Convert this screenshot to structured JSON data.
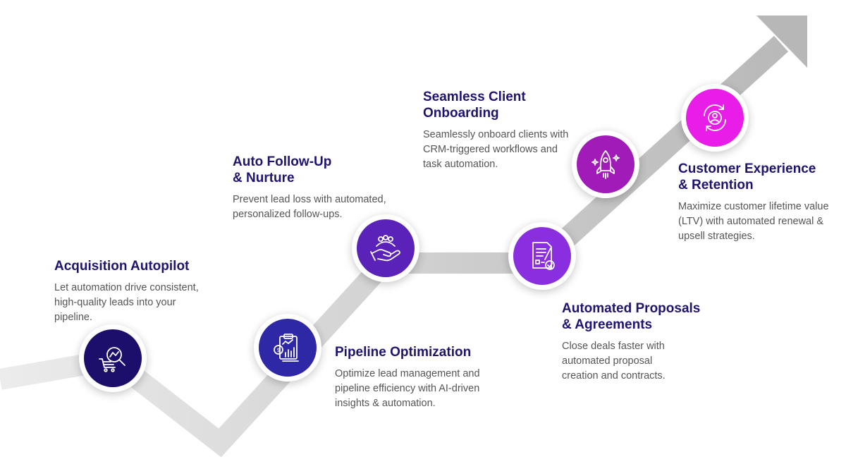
{
  "steps": [
    {
      "title": "Acquisition Autopilot",
      "description": "Let automation drive consistent,\nhigh-quality leads into your\npipeline.",
      "icon": "cart-analytics-icon",
      "color": "#1b0f6b"
    },
    {
      "title": "Pipeline Optimization",
      "description": "Optimize lead management and\npipeline efficiency with AI-driven\ninsights & automation.",
      "icon": "clipboard-chart-icon",
      "color": "#2e27a6"
    },
    {
      "title": "Auto Follow-Up\n& Nurture",
      "description": "Prevent lead loss with automated,\npersonalized follow-ups.",
      "icon": "hand-people-icon",
      "color": "#5a22b8"
    },
    {
      "title": "Automated Proposals\n& Agreements",
      "description": "Close deals faster with\nautomated proposal\ncreation and contracts.",
      "icon": "document-check-icon",
      "color": "#8a2fe0"
    },
    {
      "title": "Seamless Client\nOnboarding",
      "description": "Seamlessly onboard clients with\nCRM-triggered workflows and\ntask automation.",
      "icon": "rocket-icon",
      "color": "#a01bb8"
    },
    {
      "title": "Customer Experience\n& Retention",
      "description": "Maximize customer lifetime value\n(LTV) with automated renewal &\nupsell strategies.",
      "icon": "person-cycle-icon",
      "color": "#e81ee8"
    }
  ]
}
